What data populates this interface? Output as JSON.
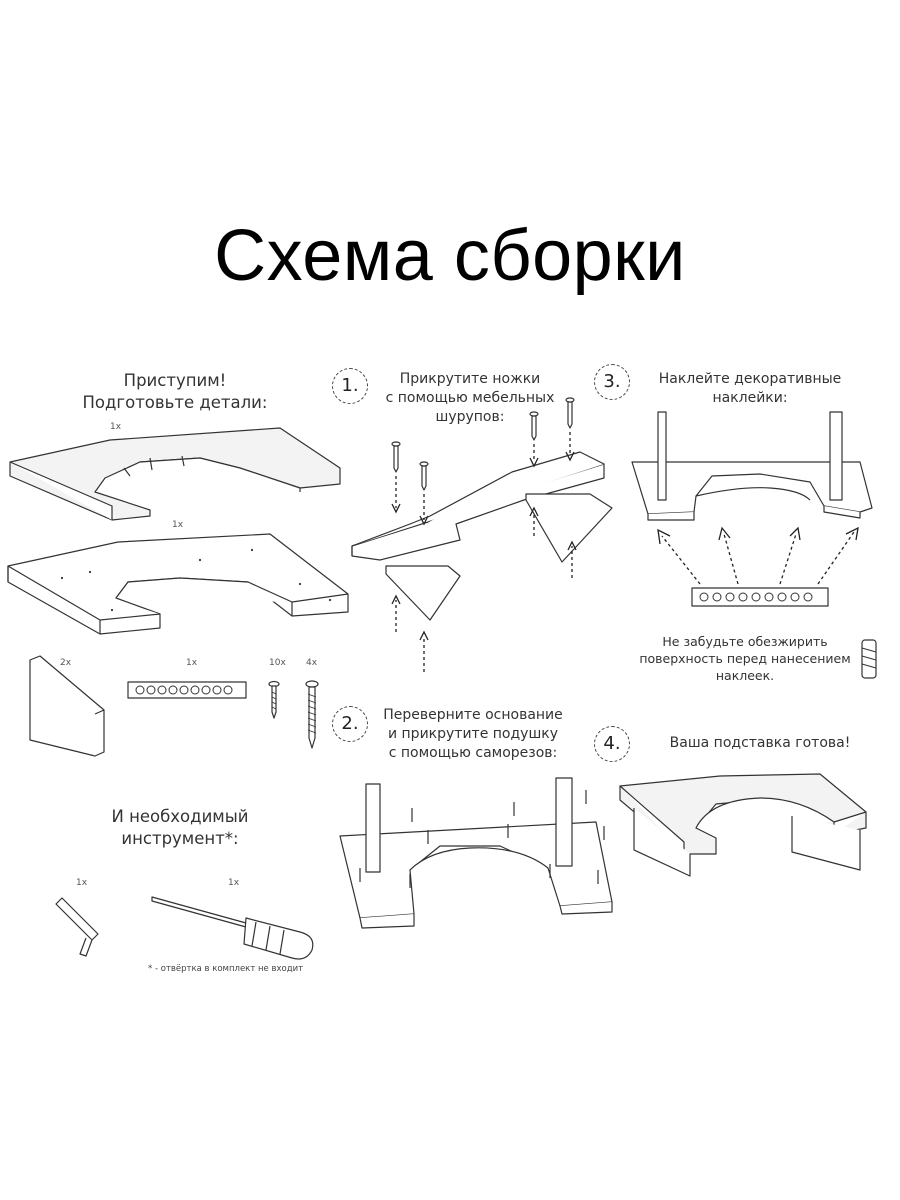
{
  "title": "Схема сборки",
  "prep": {
    "line1": "Приступим!",
    "line2": "Подготовьте детали:"
  },
  "parts": {
    "base_top_qty": "1x",
    "base_bottom_qty": "1x",
    "legs_qty": "2x",
    "sticker_qty": "1x",
    "furniture_screws_qty": "10x",
    "self_tapping_qty": "4x"
  },
  "tools": {
    "line1": "И необходимый",
    "line2": "инструмент*:",
    "hex_key_qty": "1x",
    "screwdriver_qty": "1x",
    "footnote": "* - отвёртка в комплект не входит"
  },
  "steps": [
    {
      "num": "1.",
      "line1": "Прикрутите ножки",
      "line2": "с помощью мебельных",
      "line3": "шурупов:"
    },
    {
      "num": "2.",
      "line1": "Переверните основание",
      "line2": "и прикрутите подушку",
      "line3": "с помощью саморезов:"
    },
    {
      "num": "3.",
      "line1": "Наклейте декоративные",
      "line2": "наклейки:"
    },
    {
      "num": "4.",
      "line1": "Ваша подставка готова!"
    }
  ],
  "reminder": {
    "line1": "Не забудьте обезжирить",
    "line2": "поверхность перед нанесением",
    "line3": "наклеек."
  },
  "icons": [
    "hex-key-icon",
    "screwdriver-icon",
    "cleaner-bottle-icon"
  ]
}
